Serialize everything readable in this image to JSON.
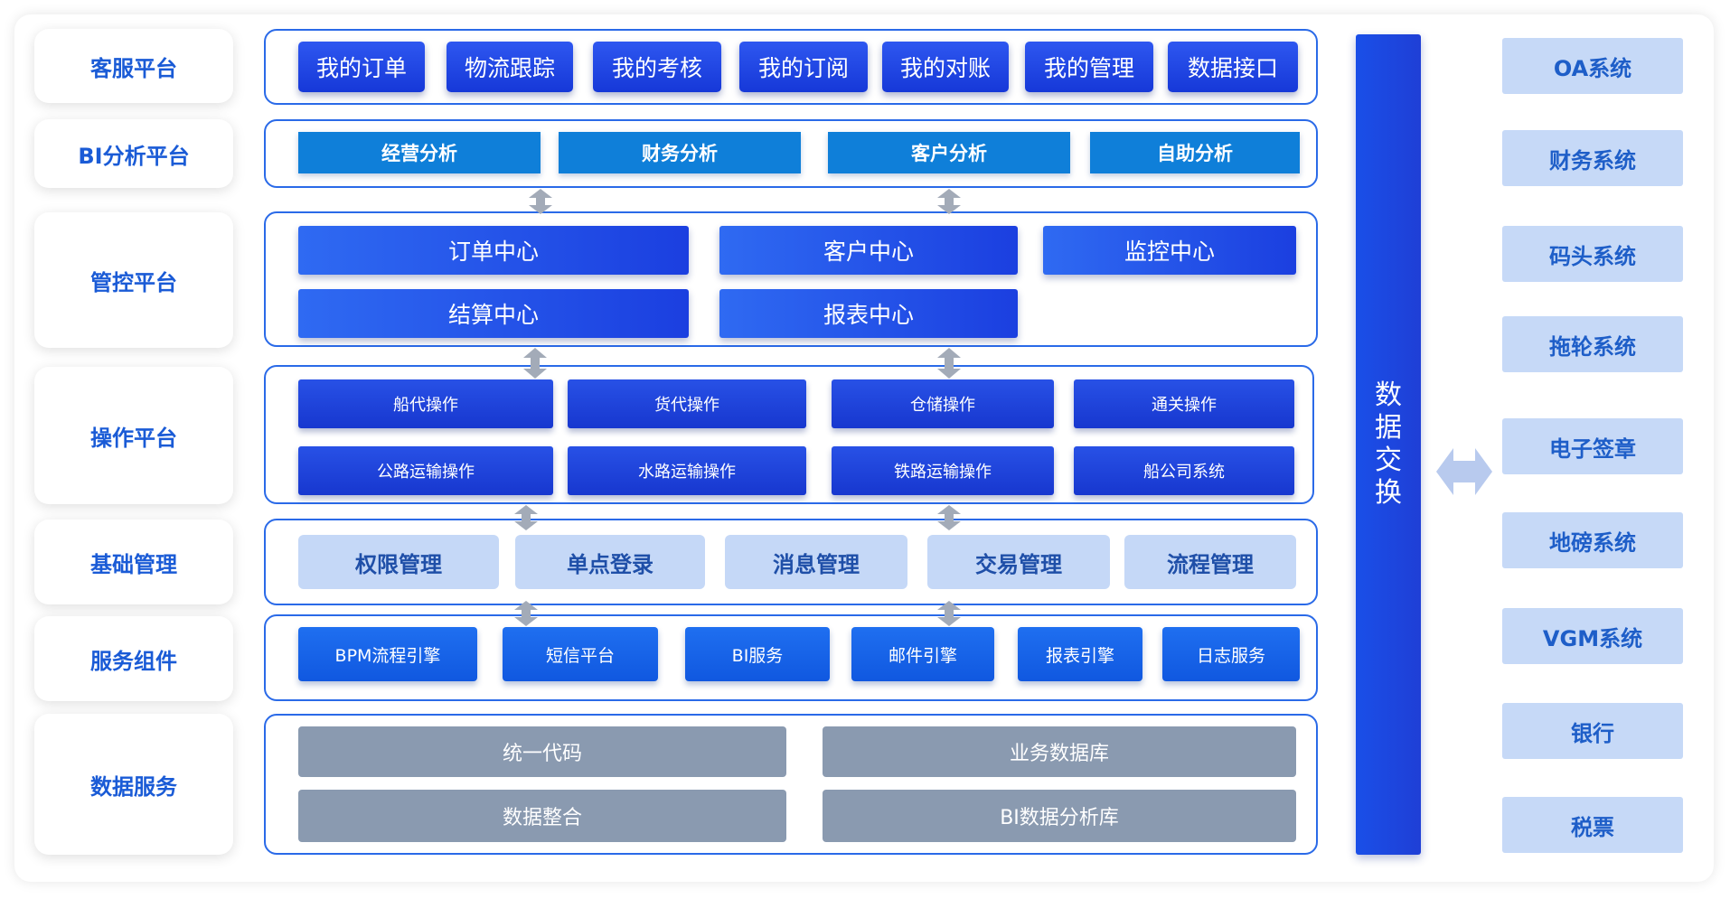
{
  "layers": [
    {
      "label": "客服平台",
      "items": [
        "我的订单",
        "物流跟踪",
        "我的考核",
        "我的订阅",
        "我的对账",
        "我的管理",
        "数据接口"
      ]
    },
    {
      "label": "BI分析平台",
      "items": [
        "经营分析",
        "财务分析",
        "客户分析",
        "自助分析"
      ]
    },
    {
      "label": "管控平台",
      "items": [
        "订单中心",
        "客户中心",
        "监控中心",
        "结算中心",
        "报表中心"
      ]
    },
    {
      "label": "操作平台",
      "items": [
        "船代操作",
        "货代操作",
        "仓储操作",
        "通关操作",
        "公路运输操作",
        "水路运输操作",
        "铁路运输操作",
        "船公司系统"
      ]
    },
    {
      "label": "基础管理",
      "items": [
        "权限管理",
        "单点登录",
        "消息管理",
        "交易管理",
        "流程管理"
      ]
    },
    {
      "label": "服务组件",
      "items": [
        "BPM流程引擎",
        "短信平台",
        "BI服务",
        "邮件引擎",
        "报表引擎",
        "日志服务"
      ]
    },
    {
      "label": "数据服务",
      "items": [
        "统一代码",
        "业务数据库",
        "数据整合",
        "BI数据分析库"
      ]
    }
  ],
  "data_exchange": {
    "label": "数据交换"
  },
  "external_systems": [
    "OA系统",
    "财务系统",
    "码头系统",
    "拖轮系统",
    "电子签章",
    "地磅系统",
    "VGM系统",
    "银行",
    "税票"
  ],
  "colors": {
    "border": "#2a6ae8",
    "label_text": "#1a5bd6",
    "connector": "#a3abb8",
    "exchange_arrow": "#b8caee"
  }
}
